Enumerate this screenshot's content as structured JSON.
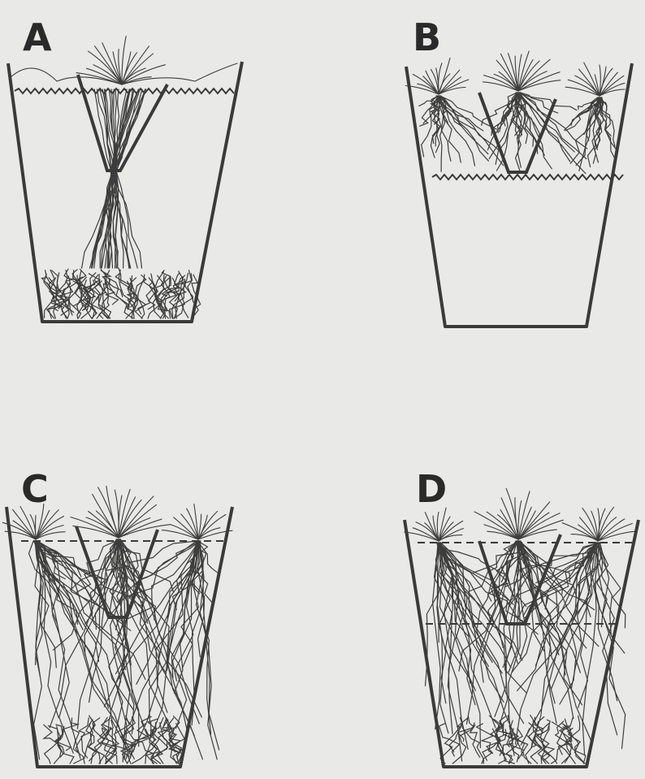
{
  "figure": {
    "panels": [
      {
        "id": "A",
        "label": "A",
        "water_line": "zigzag-top",
        "roots": "funneled-through-cone-to-bottom"
      },
      {
        "id": "B",
        "label": "B",
        "water_line": "zigzag-middle",
        "roots": "confined-to-top-layer"
      },
      {
        "id": "C",
        "label": "C",
        "water_line": "dashed-top",
        "roots": "filling-entire-pot"
      },
      {
        "id": "D",
        "label": "D",
        "water_line": "dashed-top-and-middle",
        "roots": "filling-entire-pot"
      }
    ],
    "colors": {
      "background": "#e9e9e7",
      "ink": "#3a3a3a"
    }
  }
}
